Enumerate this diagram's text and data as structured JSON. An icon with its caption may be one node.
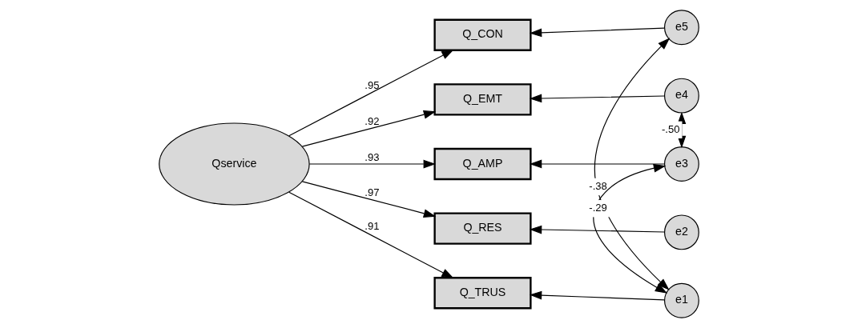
{
  "diagram": {
    "nodes": [
      {
        "text": [
          "Qservice"
        ]
      },
      {
        "text": [
          "Q_CON"
        ]
      },
      {
        "text": [
          "Q_EMT"
        ]
      },
      {
        "text": [
          "Q_AMP"
        ]
      },
      {
        "text": [
          "Q_RES"
        ]
      },
      {
        "text": [
          "Q_TRUS"
        ]
      },
      {
        "text": [
          "e5"
        ]
      },
      {
        "text": [
          "e4"
        ]
      },
      {
        "text": [
          "e3"
        ]
      },
      {
        "text": [
          "e2"
        ]
      },
      {
        "text": [
          "e1"
        ]
      }
    ],
    "edges": [
      {
        "from": 0,
        "to": 1,
        "arrow": "to",
        "label": ".95"
      },
      {
        "from": 0,
        "to": 2,
        "arrow": "to",
        "label": ".92"
      },
      {
        "from": 0,
        "to": 3,
        "arrow": "to",
        "label": ".93"
      },
      {
        "from": 0,
        "to": 4,
        "arrow": "to",
        "label": ".97"
      },
      {
        "from": 0,
        "to": 5,
        "arrow": "to",
        "label": ".91"
      },
      {
        "from": 6,
        "to": 1,
        "arrow": "to"
      },
      {
        "from": 7,
        "to": 2,
        "arrow": "to"
      },
      {
        "from": 8,
        "to": 3,
        "arrow": "to"
      },
      {
        "from": 9,
        "to": 4,
        "arrow": "to"
      },
      {
        "from": 10,
        "to": 5,
        "arrow": "to"
      },
      {
        "from": 7,
        "to": 8,
        "arrow": "both",
        "label": "-.50"
      },
      {
        "from": 8,
        "to": 10,
        "arrow": "both",
        "label": "-.29"
      },
      {
        "from": 6,
        "to": 10,
        "arrow": "both",
        "label": "-.38"
      }
    ]
  }
}
